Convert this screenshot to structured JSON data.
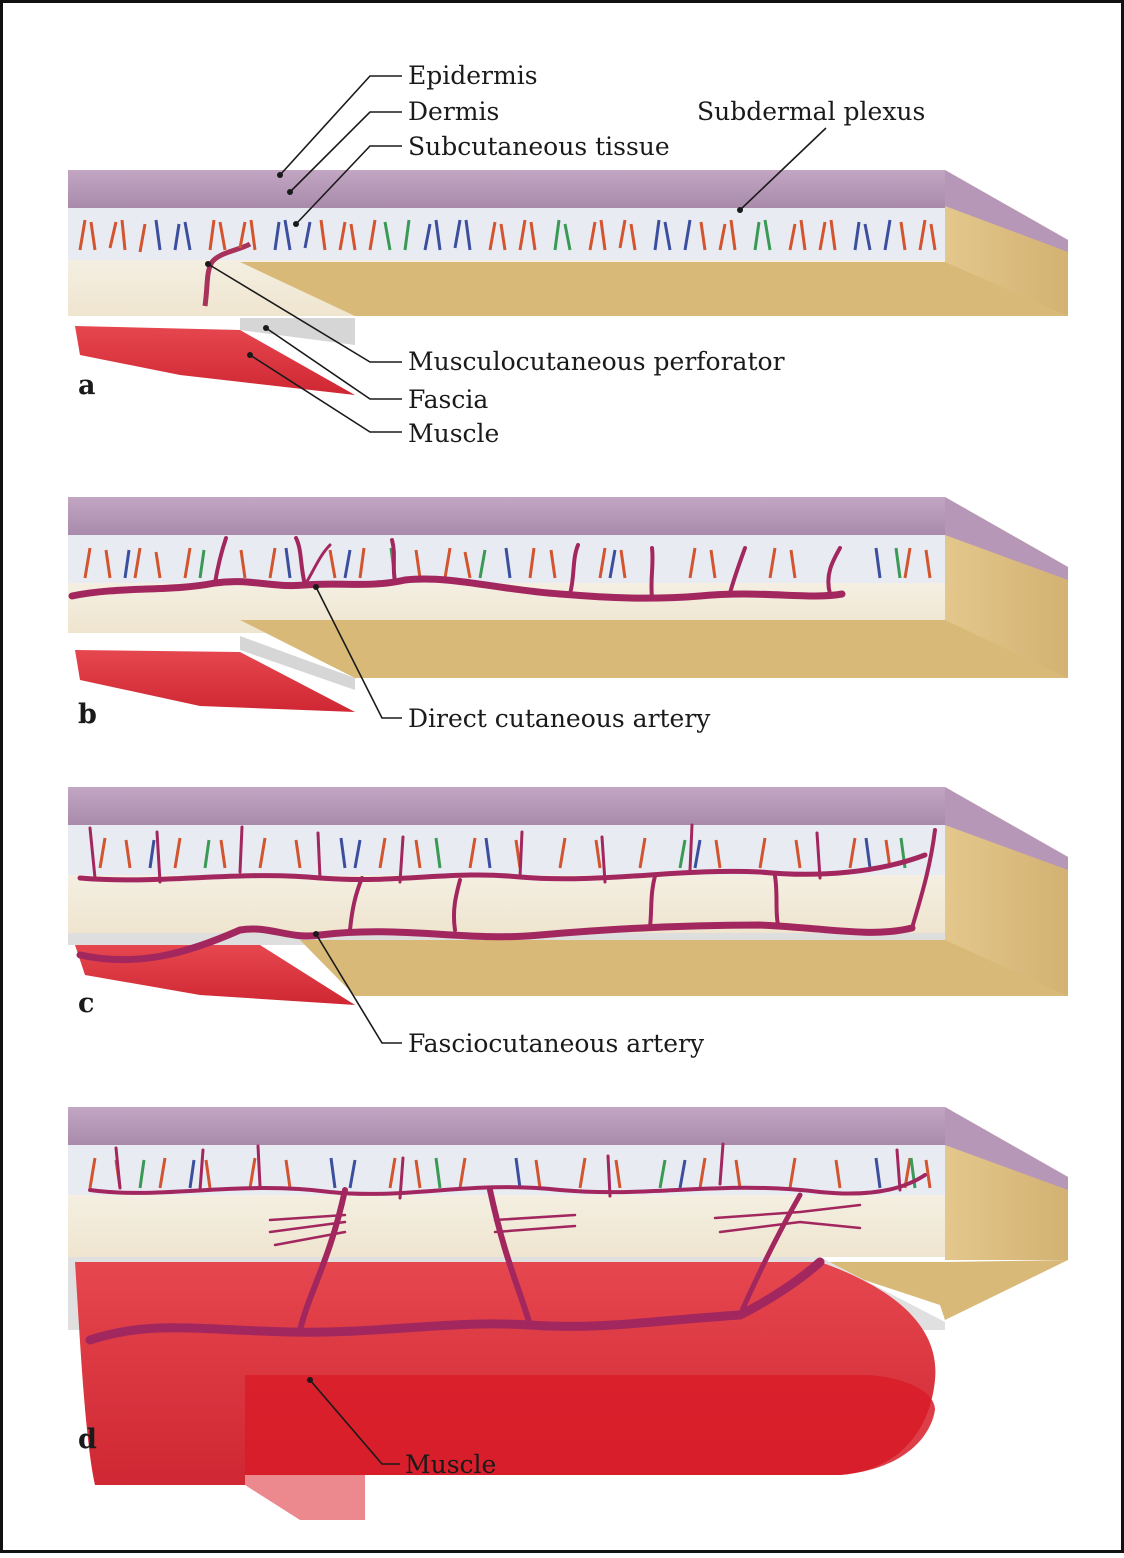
{
  "figure": {
    "panels": [
      {
        "letter": "a",
        "labels": {
          "epidermis": "Epidermis",
          "dermis": "Dermis",
          "subcutaneous": "Subcutaneous tissue",
          "subdermal_plexus": "Subdermal plexus",
          "musculocutaneous_perforator": "Musculocutaneous perforator",
          "fascia": "Fascia",
          "muscle": "Muscle"
        }
      },
      {
        "letter": "b",
        "labels": {
          "direct_cutaneous_artery": "Direct cutaneous artery"
        }
      },
      {
        "letter": "c",
        "labels": {
          "fasciocutaneous_artery": "Fasciocutaneous artery"
        }
      },
      {
        "letter": "d",
        "labels": {
          "muscle": "Muscle"
        }
      }
    ]
  },
  "colors": {
    "epidermis": "#b79ab8",
    "dermis": "#cdb7cf",
    "plexus_band": "#e8eaf2",
    "subcutaneous": "#f1ead8",
    "side_face": "#dcbd7e",
    "fascia": "#d7d7d7",
    "muscle": "#e23b45",
    "muscle_dark": "#d91f2c",
    "vessel": "#a3275f",
    "vessel_red": "#d2552f",
    "vessel_blue": "#3c4f9e",
    "vessel_green": "#3a9a55",
    "border": "#111111"
  }
}
